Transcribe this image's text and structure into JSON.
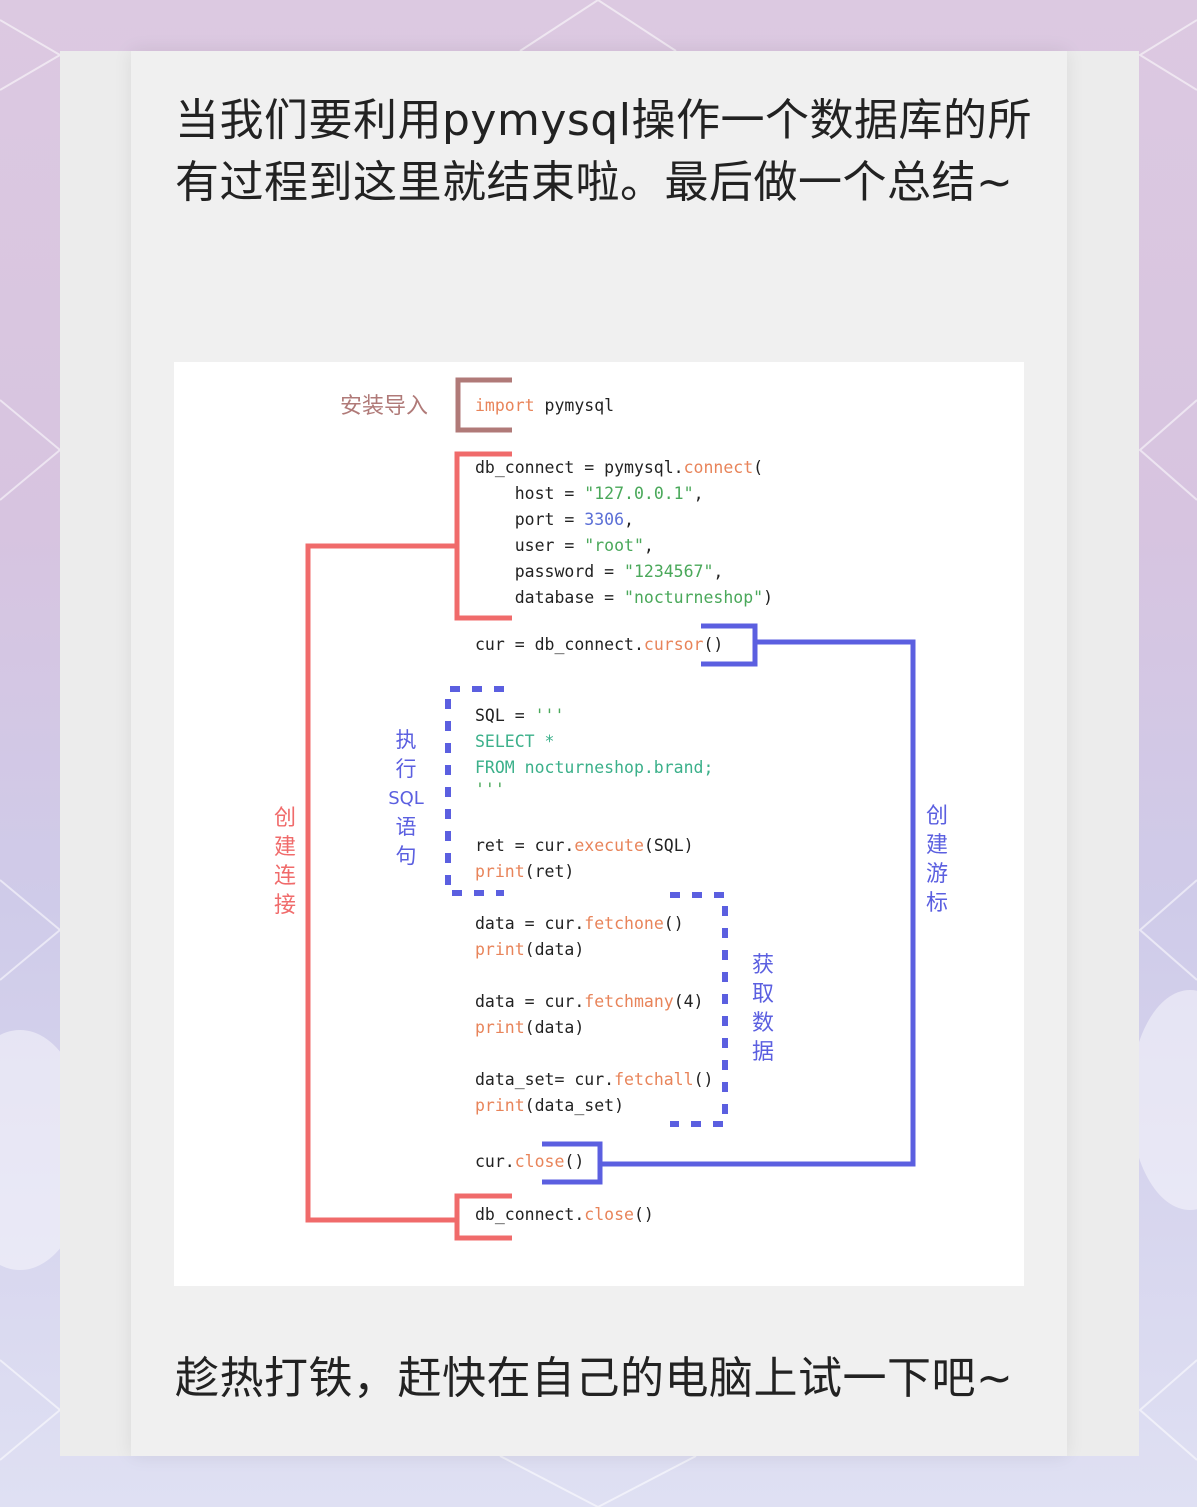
{
  "article": {
    "intro": "当我们要利用pymysql操作一个数据库的所有过程到这里就结束啦。最后做一个总结~",
    "outro": "趁热打铁，赶快在自己的电脑上试一下吧~"
  },
  "diagram": {
    "labels": {
      "install": "安装导入",
      "connect": [
        "创",
        "建",
        "连",
        "接"
      ],
      "execute": [
        "执",
        "行",
        "SQL",
        "语",
        "句"
      ],
      "cursor": [
        "创",
        "建",
        "游",
        "标"
      ],
      "fetch": [
        "获",
        "取",
        "数",
        "据"
      ]
    },
    "code": {
      "import_kw": "import",
      "import_mod": " pymysql",
      "conn_prefix": "db_connect = pymysql.",
      "conn_fn": "connect",
      "conn_open": "(",
      "host_key": "    host = ",
      "host_val": "\"127.0.0.1\"",
      "port_key": "    port = ",
      "port_val": "3306",
      "user_key": "    user = ",
      "user_val": "\"root\"",
      "pwd_key": "    password = ",
      "pwd_val": "\"1234567\"",
      "db_key": "    database = ",
      "db_val": "\"nocturneshop\"",
      "close_paren": ")",
      "comma": ",",
      "cur_prefix": "cur = db_connect.",
      "cur_fn": "cursor",
      "parens": "()",
      "sql_assign": "SQL = ",
      "triple_quote": "'''",
      "sql_select": "SELECT *",
      "sql_from": "FROM nocturneshop.brand;",
      "ret_prefix": "ret = cur.",
      "ret_fn": "execute",
      "ret_args": "(SQL)",
      "print_fn": "print",
      "print_ret": "(ret)",
      "print_data": "(data)",
      "print_data_set": "(data_set)",
      "fetchone_prefix": "data = cur.",
      "fetchone_fn": "fetchone",
      "fetchmany_fn": "fetchmany",
      "fetchmany_args": "(4)",
      "fetchall_prefix": "data_set= cur.",
      "fetchall_fn": "fetchall",
      "curclose_prefix": "cur.",
      "close_fn": "close",
      "dbclose_prefix": "db_connect."
    },
    "colors": {
      "install": "#b07a78",
      "connect": "#f06b6b",
      "cursor": "#5b5fe0",
      "keyword": "#e8845a",
      "string": "#4aa85a",
      "number": "#5b6fd6"
    }
  }
}
